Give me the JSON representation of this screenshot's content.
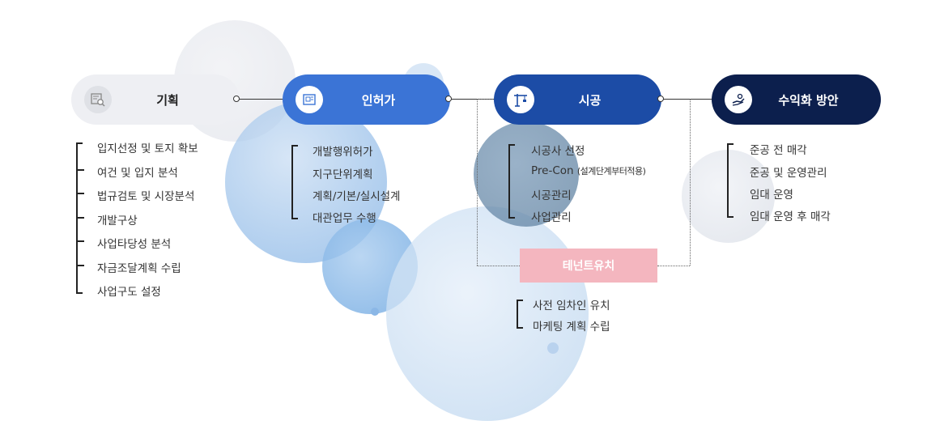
{
  "stages": [
    {
      "label": "기획",
      "icon": "document-search-icon"
    },
    {
      "label": "인허가",
      "icon": "blueprint-icon"
    },
    {
      "label": "시공",
      "icon": "crane-icon"
    },
    {
      "label": "수익화 방안",
      "icon": "hand-coin-icon"
    }
  ],
  "planning_items": [
    "입지선정 및 토지 확보",
    "여건 및 입지 분석",
    "법규검토 및 시장분석",
    "개발구상",
    "사업타당성 분석",
    "자금조달계획 수립",
    "사업구도 설정"
  ],
  "permit_items": [
    "개발행위허가",
    "지구단위계획",
    "계획/기본/실시설계",
    "대관업무 수행"
  ],
  "construction_items": [
    {
      "main": "시공사 선정",
      "note": ""
    },
    {
      "main": "Pre-Con ",
      "note": "(설계단계부터적용)"
    },
    {
      "main": "시공관리",
      "note": ""
    },
    {
      "main": "사업관리",
      "note": ""
    }
  ],
  "monetization_items": [
    "준공 전 매각",
    "준공 및 운영관리",
    "임대 운영",
    "임대 운영 후 매각"
  ],
  "tenant": {
    "label": "테넌트유치",
    "items": [
      "사전 임차인 유치",
      "마케팅 계획 수립"
    ]
  },
  "colors": {
    "planning": "#eeeff3",
    "permit": "#3b74d6",
    "construction": "#1c4ca6",
    "monetization": "#0c1f4d",
    "tenant": "#f4b6bf"
  }
}
